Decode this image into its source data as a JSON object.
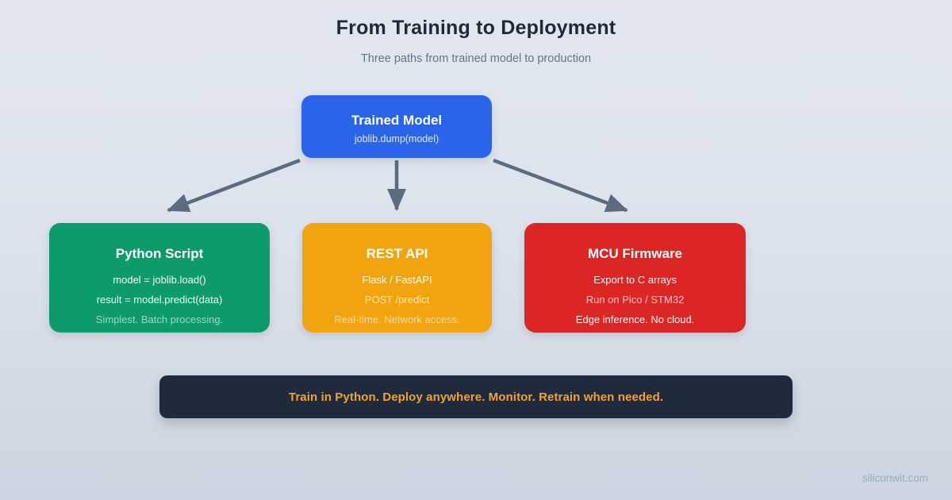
{
  "page": {
    "title": "From Training to Deployment",
    "subtitle": "Three paths from trained model to production",
    "watermark": "siliconwit.com"
  },
  "source": {
    "title": "Trained Model",
    "code": "joblib.dump(model)",
    "color": "#2a64e8"
  },
  "paths": [
    {
      "title": "Python Script",
      "color": "#0d9b6b",
      "lines": [
        "model = joblib.load()",
        "result = model.predict(data)",
        "Simplest. Batch processing."
      ]
    },
    {
      "title": "REST API",
      "color": "#f2a40e",
      "lines": [
        "Flask / FastAPI",
        "POST /predict",
        "Real-time. Network access."
      ]
    },
    {
      "title": "MCU Firmware",
      "color": "#dc2626",
      "lines": [
        "Export to C arrays",
        "Run on Pico / STM32",
        "Edge inference. No cloud."
      ]
    }
  ],
  "banner": {
    "text": "Train in Python. Deploy anywhere. Monitor. Retrain when needed.",
    "background": "#1f2a3c",
    "text_color": "#f0a232"
  },
  "arrow_color": "#5d6b80"
}
